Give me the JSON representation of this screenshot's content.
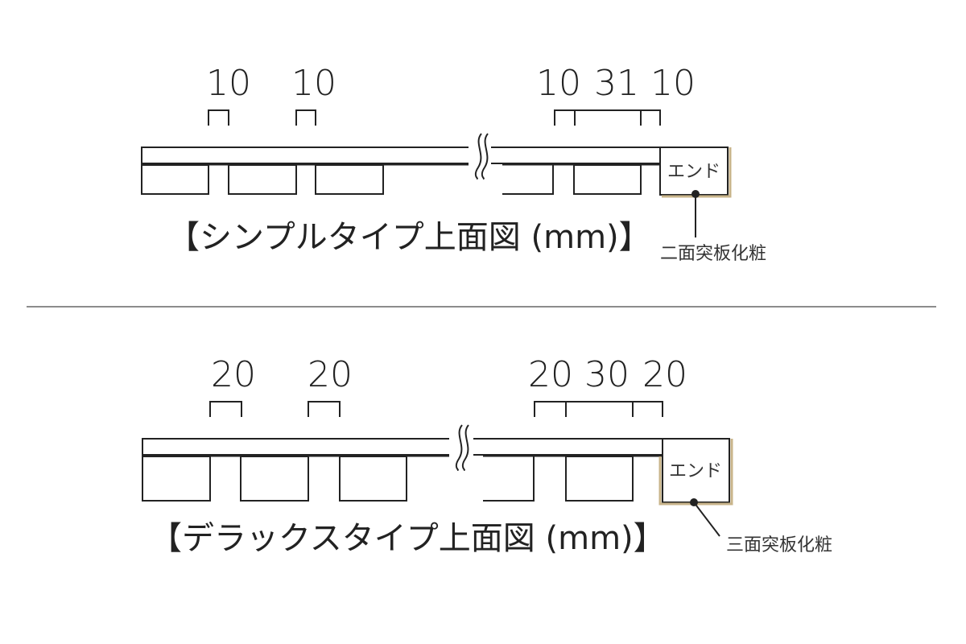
{
  "simple": {
    "dims": [
      "10",
      "10",
      "10",
      "31",
      "10"
    ],
    "end_label": "エンド",
    "finish_label": "二面突板化粧",
    "title": "【シンプルタイプ上面図 (mm)】"
  },
  "deluxe": {
    "dims": [
      "20",
      "20",
      "20",
      "30",
      "20"
    ],
    "end_label": "エンド",
    "finish_label": "三面突板化粧",
    "title": "【デラックスタイプ上面図 (mm)】"
  },
  "colors": {
    "line": "#222222",
    "divider": "#666666",
    "veneer": "#c8b48a",
    "background": "#ffffff"
  }
}
